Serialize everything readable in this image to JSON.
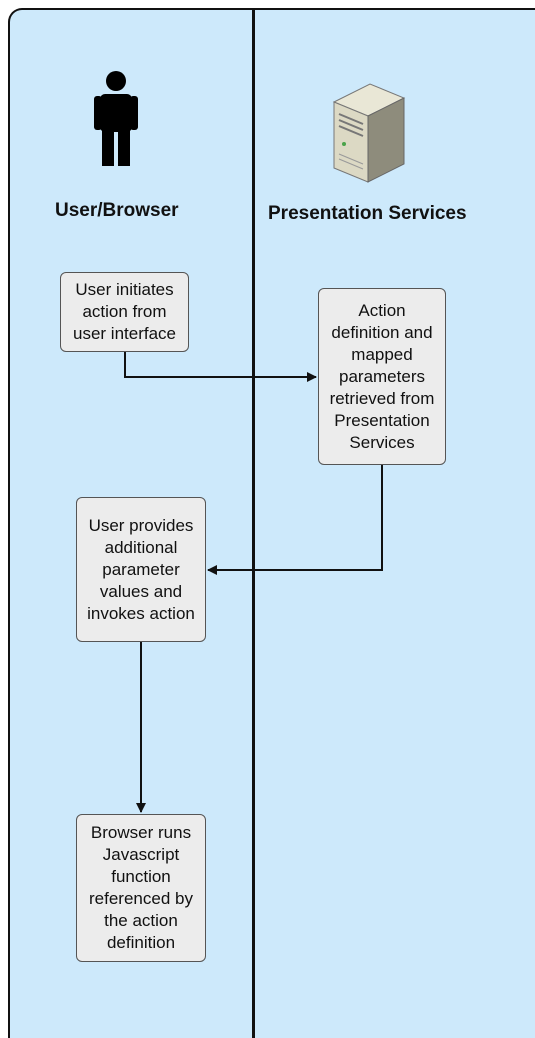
{
  "lanes": {
    "left": {
      "title": "User/Browser",
      "icon": "person-icon"
    },
    "right": {
      "title": "Presentation Services",
      "icon": "server-icon"
    }
  },
  "steps": [
    {
      "text": "User initiates action from user interface"
    },
    {
      "text": "Action definition and mapped parameters retrieved from Presentation Services"
    },
    {
      "text": "User provides additional parameter values and invokes action"
    },
    {
      "text": "Browser runs Javascript function referenced by the action definition"
    }
  ],
  "colors": {
    "lane_fill": "#cde9fb",
    "box_fill": "#ececec",
    "line": "#111111"
  }
}
